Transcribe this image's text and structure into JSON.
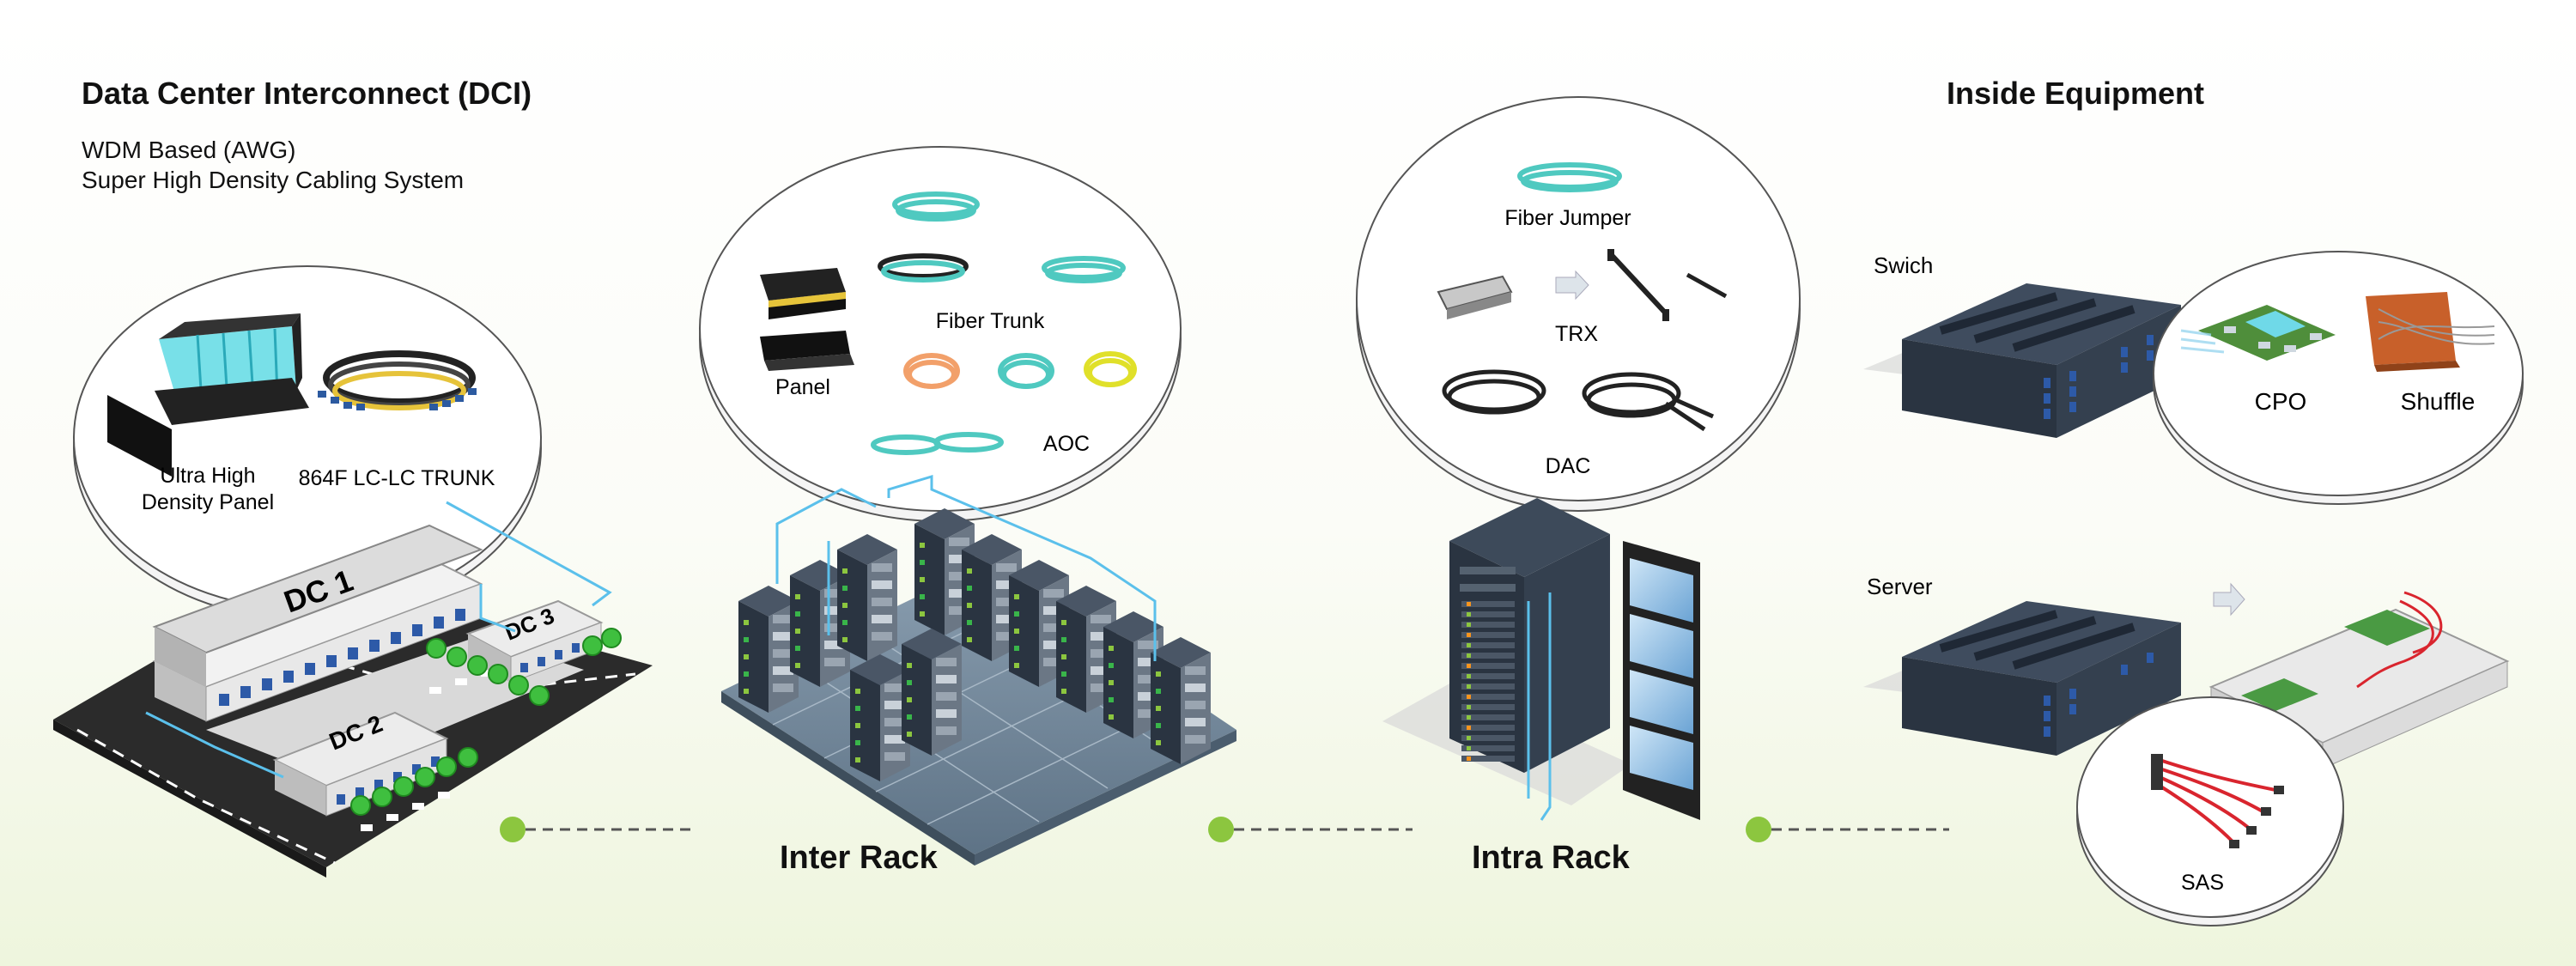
{
  "dci": {
    "title": "Data Center Interconnect (DCI)",
    "subtitle_1": "WDM Based (AWG)",
    "subtitle_2": "Super High Density Cabling System",
    "panel_label_1": "Ultra High",
    "panel_label_2": "Density Panel",
    "trunk_label": "864F LC-LC TRUNK",
    "buildings": [
      "DC 1",
      "DC 2",
      "DC 3"
    ]
  },
  "inter_rack": {
    "title": "Inter Rack",
    "labels": [
      "Fiber Trunk",
      "Panel",
      "AOC"
    ]
  },
  "intra_rack": {
    "title": "Intra Rack",
    "labels": [
      "Fiber Jumper",
      "TRX",
      "DAC"
    ]
  },
  "inside_equipment": {
    "title": "Inside Equipment",
    "switch_label": "Swich",
    "server_label": "Server",
    "labels": [
      "CPO",
      "Shuffle",
      "SAS"
    ]
  },
  "colors": {
    "accent_green": "#8cc63f",
    "fiber_blue": "#5bc0eb",
    "aqua_cable": "#4fc9c0",
    "rack_dark": "#2f3a48"
  }
}
